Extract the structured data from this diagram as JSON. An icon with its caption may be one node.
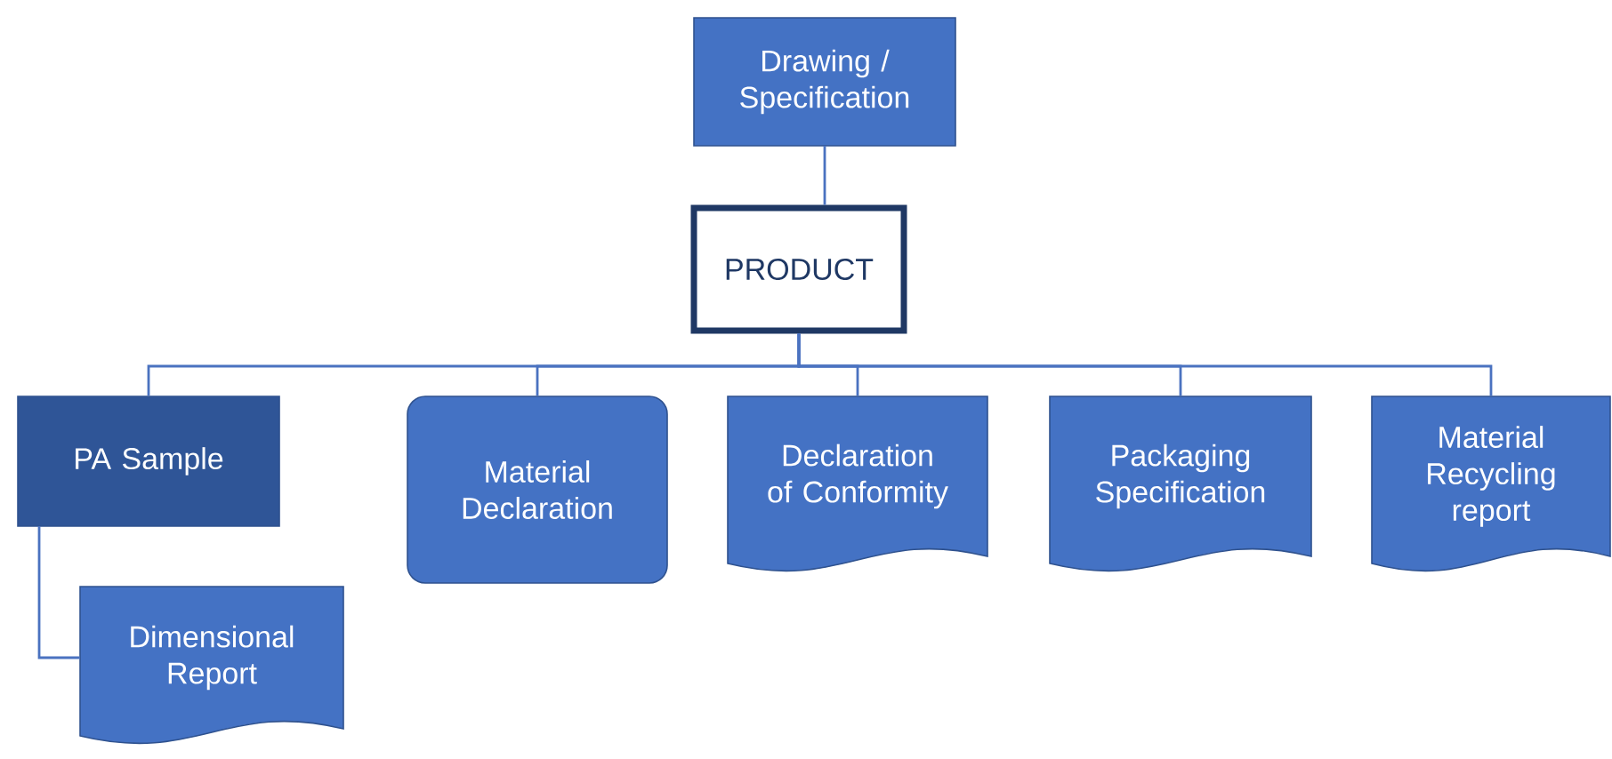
{
  "diagram": {
    "nodes": [
      {
        "text": [
          "Drawing / Specification"
        ]
      },
      {
        "text": [
          "PRODUCT"
        ]
      },
      {
        "text": [
          "PA Sample"
        ]
      },
      {
        "text": [
          "Material Declaration"
        ]
      },
      {
        "text": [
          "Declaration of Conformity"
        ]
      },
      {
        "text": [
          "Packaging Specification"
        ]
      },
      {
        "text": [
          "Material Recycling report"
        ]
      },
      {
        "text": [
          "Dimensional Report"
        ]
      }
    ],
    "edges": [
      {
        "from": 0,
        "to": 1,
        "arrow": "none"
      },
      {
        "from": 1,
        "to": 2,
        "arrow": "none"
      },
      {
        "from": 1,
        "to": 3,
        "arrow": "none"
      },
      {
        "from": 1,
        "to": 4,
        "arrow": "none"
      },
      {
        "from": 1,
        "to": 5,
        "arrow": "none"
      },
      {
        "from": 1,
        "to": 6,
        "arrow": "none"
      },
      {
        "from": 2,
        "to": 7,
        "arrow": "none"
      }
    ]
  }
}
